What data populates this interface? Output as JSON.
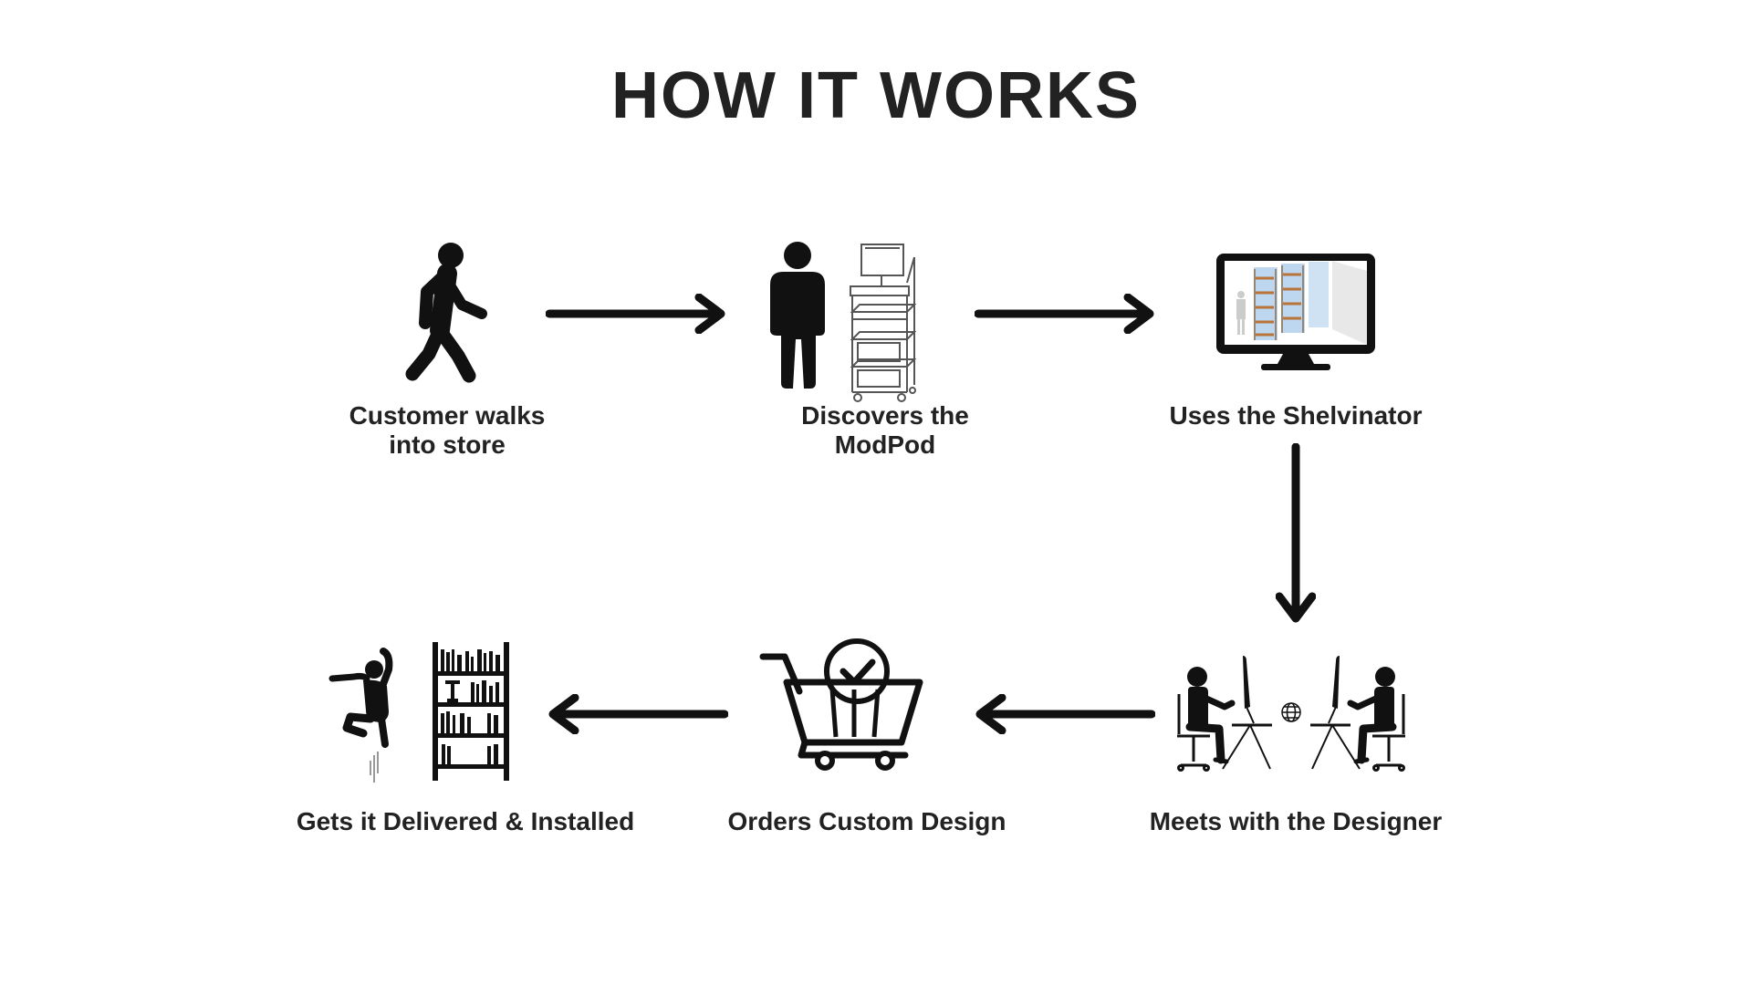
{
  "title": "HOW IT WORKS",
  "colors": {
    "ink": "#111111",
    "text": "#222222",
    "wood": "#b8743a",
    "glass": "#bcd7ef"
  },
  "steps": [
    {
      "label": "Customer walks\ninto store",
      "icon": "walking-person-icon"
    },
    {
      "label": "Discovers the\nModPod",
      "icon": "person-with-modpod-icon"
    },
    {
      "label": "Uses the Shelvinator",
      "icon": "monitor-shelf-design-icon"
    },
    {
      "label": "Meets with the Designer",
      "icon": "designer-meeting-icon"
    },
    {
      "label": "Orders Custom Design",
      "icon": "shopping-cart-check-icon"
    },
    {
      "label": "Gets it Delivered & Installed",
      "icon": "jumping-person-bookshelf-icon"
    }
  ],
  "flow": [
    "walk-to-discover",
    "discover-to-shelvinator",
    "shelvinator-to-meeting",
    "meeting-to-order",
    "order-to-delivery"
  ]
}
